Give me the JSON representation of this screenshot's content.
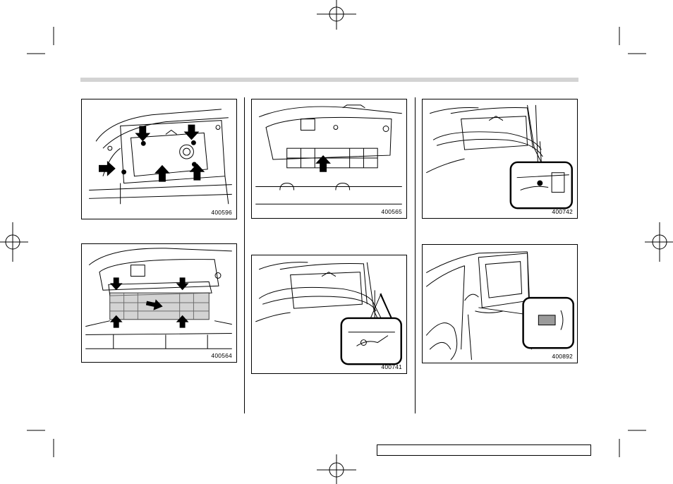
{
  "figures": [
    {
      "id": "400596",
      "icon": "filter-cover-screws-arrows"
    },
    {
      "id": "400564",
      "icon": "filter-pull-out-arrows"
    },
    {
      "id": "400565",
      "icon": "filter-insert-arrow"
    },
    {
      "id": "400741",
      "icon": "glovebox-damper-detail"
    },
    {
      "id": "400742",
      "icon": "glovebox-damper-attach-detail"
    },
    {
      "id": "400892",
      "icon": "car-door-interior-light-switch"
    }
  ],
  "colors": {
    "rule_bar": "#d3d3d3",
    "line_art": "#000000",
    "switch_fill": "#9a9a9a"
  }
}
